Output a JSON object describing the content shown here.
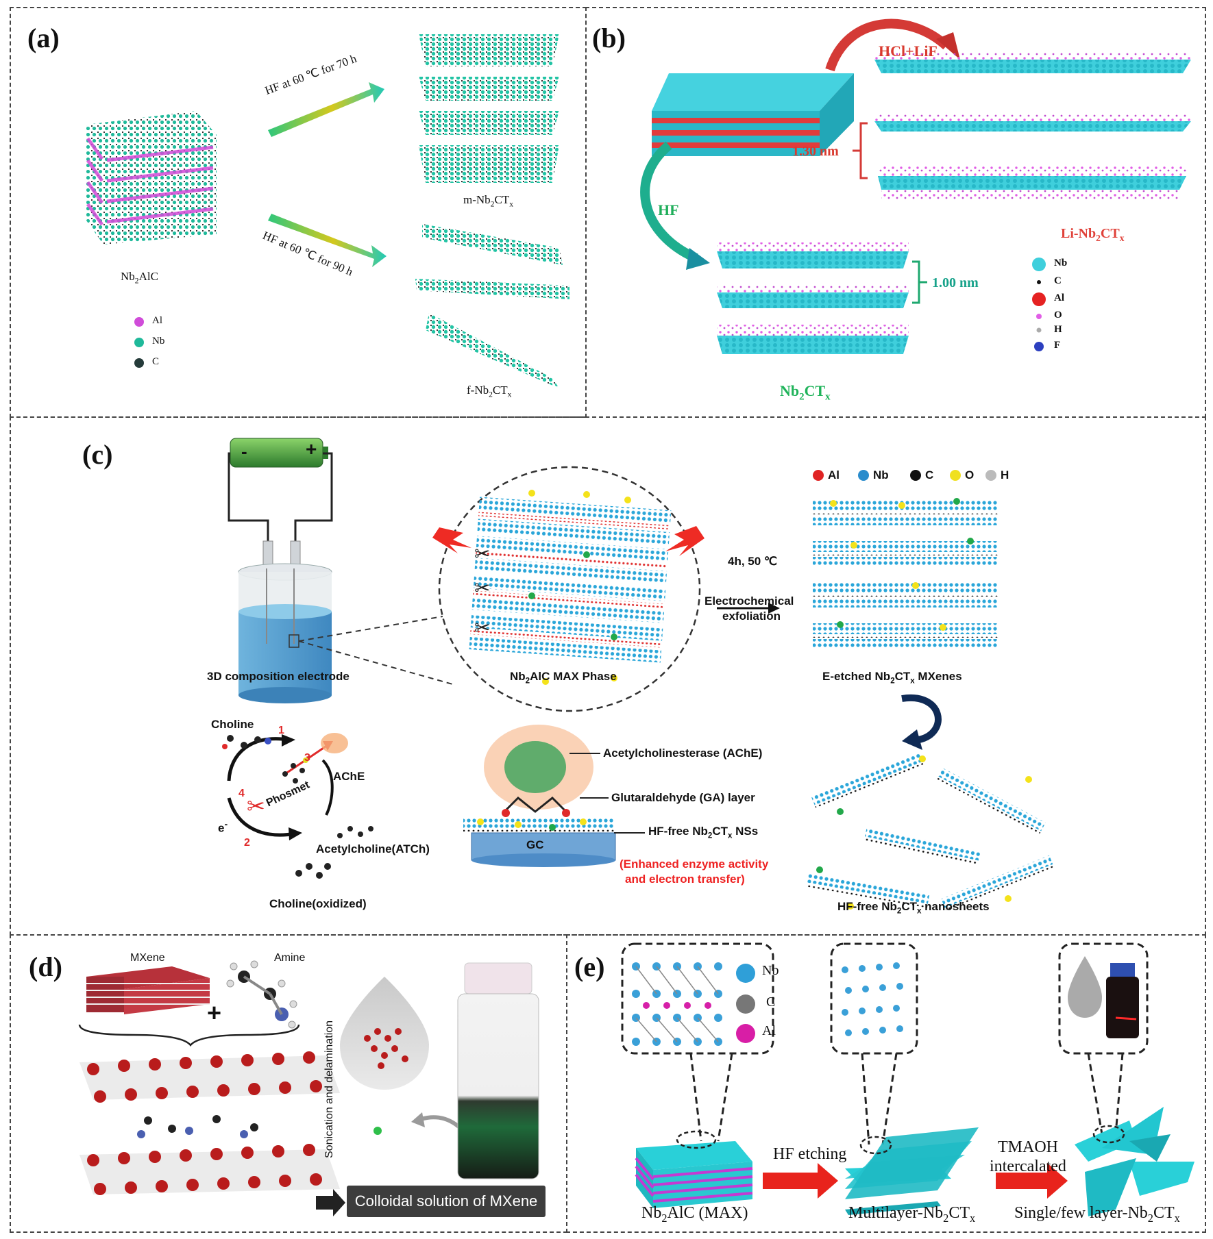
{
  "panel_a": {
    "label": "(a)",
    "max_name": "Nb",
    "max_sub": "2",
    "max_rest": "AlC",
    "arrow1": "HF at 60 ℃ for 70 h",
    "arrow2": "HF at 60 ℃ for 90 h",
    "m_prefix": "m-Nb",
    "f_prefix": "f-Nb",
    "sub2": "2",
    "ct": "CT",
    "subx": "x",
    "legend": [
      "Al",
      "Nb",
      "C"
    ]
  },
  "panel_b": {
    "label": "(b)",
    "hcl": "HCl+LiF",
    "hf": "HF",
    "d_li": "1.30 nm",
    "d_hf": "1.00 nm",
    "li_prefix": "Li-Nb",
    "nb_prefix": "Nb",
    "sub2": "2",
    "ct": "CT",
    "subx": "x",
    "legend": [
      "Nb",
      "C",
      "Al",
      "O",
      "H",
      "F"
    ]
  },
  "panel_c": {
    "label": "(c)",
    "battery_minus": "-",
    "battery_plus": "+",
    "electrode": "3D composition electrode",
    "max_prefix": "Nb",
    "max_rest": "AlC MAX Phase",
    "cond1": "4h, 50 ℃",
    "cond2": "Electrochemical",
    "cond3": "exfoliation",
    "legend": [
      "Al",
      "Nb",
      "C",
      "O",
      "H"
    ],
    "eetched_prefix": "E-etched Nb",
    "eetched_rest": " MXenes",
    "choline": "Choline",
    "ache": "AChE",
    "phosmet": "Phosmet",
    "atch": "Acetylcholine(ATCh)",
    "choline_ox": "Choline(oxidized)",
    "electron": "e",
    "steps": [
      "1",
      "2",
      "3",
      "4"
    ],
    "ache_full": "Acetylcholinesterase (AChE)",
    "ga": "Glutaraldehyde (GA) layer",
    "hffree_ns_prefix": "HF-free Nb",
    "hffree_ns_rest": " NSs",
    "gc": "GC",
    "enhanced1": "(Enhanced enzyme activity",
    "enhanced2": "and electron transfer)",
    "hffree_prefix": "HF-free Nb",
    "hffree_rest": " nanosheets",
    "sub2": "2",
    "ct": "CT",
    "subx": "x"
  },
  "panel_d": {
    "label": "(d)",
    "mxene": "MXene",
    "amine": "Amine",
    "plus": "+",
    "sonication": "Sonication and delamination",
    "colloidal": "Colloidal solution of MXene"
  },
  "panel_e": {
    "label": "(e)",
    "legend": [
      "Nb",
      "C",
      "Al"
    ],
    "hf_etching": "HF etching",
    "tmaoh1": "TMAOH",
    "tmaoh2": "intercalated",
    "max_prefix": "Nb",
    "max_rest": "AlC (MAX)",
    "multi_prefix": "Multilayer-Nb",
    "single_prefix": "Single/few layer-Nb",
    "sub2": "2",
    "ct": "CT",
    "subx": "x"
  },
  "colors": {
    "nb_cyan": "#2ec7d6",
    "teal": "#1fb99a",
    "al_magenta": "#e04ce0",
    "red": "#e0302c",
    "green_label": "#1fae5a",
    "teal_label": "#17a28a",
    "etch_red": "#e8231c"
  }
}
